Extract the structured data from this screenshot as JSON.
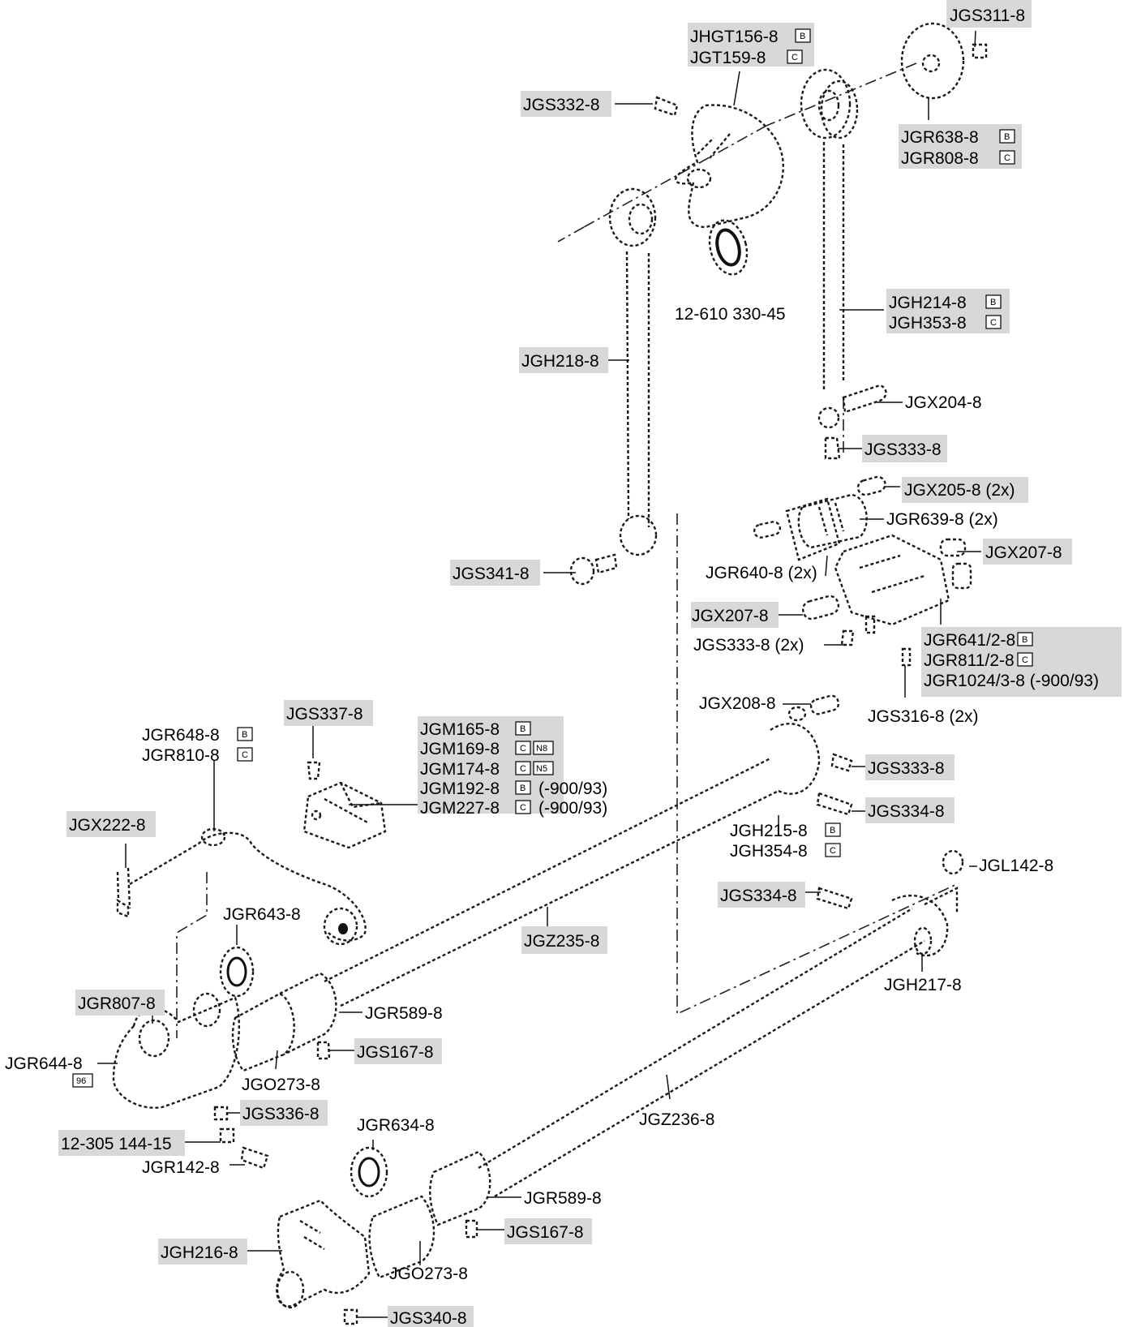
{
  "labels": {
    "jgs311": "JGS311-8",
    "jhgt156": "JHGT156-8",
    "jgt159": "JGT159-8",
    "jgs332": "JGS332-8",
    "jgr638": "JGR638-8",
    "jgr808": "JGR808-8",
    "p12_610": "12-610 330-45",
    "jgh214": "JGH214-8",
    "jgh353": "JGH353-8",
    "jgh218": "JGH218-8",
    "jgx204": "JGX204-8",
    "jgs333_a": "JGS333-8",
    "jgx205": "JGX205-8 (2x)",
    "jgr639": "JGR639-8 (2x)",
    "jgx207_a": "JGX207-8",
    "jgr640": "JGR640-8 (2x)",
    "jgs341": "JGS341-8",
    "jgx207_b": "JGX207-8",
    "jgs333_b": "JGS333-8 (2x)",
    "jgr641": "JGR641/2-8",
    "jgr811": "JGR811/2-8",
    "jgr1024": "JGR1024/3-8 (-900/93)",
    "jgs337": "JGS337-8",
    "jgx208": "JGX208-8",
    "jgm165": "JGM165-8",
    "jgm169": "JGM169-8",
    "jgm174": "JGM174-8",
    "jgm192": "JGM192-8",
    "jgm227": "JGM227-8",
    "jgm192_range": "(-900/93)",
    "jgm227_range": "(-900/93)",
    "jgs316": "JGS316-8 (2x)",
    "jgr648": "JGR648-8",
    "jgr810": "JGR810-8",
    "jgs333_c": "JGS333-8",
    "jgs334_a": "JGS334-8",
    "jgx222": "JGX222-8",
    "jgh215": "JGH215-8",
    "jgh354": "JGH354-8",
    "jgl142": "JGL142-8",
    "jgs334_b": "JGS334-8",
    "jgr643": "JGR643-8",
    "jgz235": "JGZ235-8",
    "jgh217": "JGH217-8",
    "jgr807": "JGR807-8",
    "jgr589_a": "JGR589-8",
    "jgs167_a": "JGS167-8",
    "jgr644": "JGR644-8",
    "jgo273_a": "JGO273-8",
    "jgs336": "JGS336-8",
    "jgz236": "JGZ236-8",
    "p12_305": "12-305 144-15",
    "jgr634": "JGR634-8",
    "jgr142": "JGR142-8",
    "jgr589_b": "JGR589-8",
    "jgs167_b": "JGS167-8",
    "jgh216": "JGH216-8",
    "jgo273_b": "JGO273-8",
    "jgs340": "JGS340-8"
  },
  "badges": {
    "B": "B",
    "C": "C",
    "N8": "N8",
    "N5": "N5",
    "n96": "96"
  },
  "colors": {
    "highlight": "#d8d8d8",
    "line": "#1a1a1a"
  }
}
